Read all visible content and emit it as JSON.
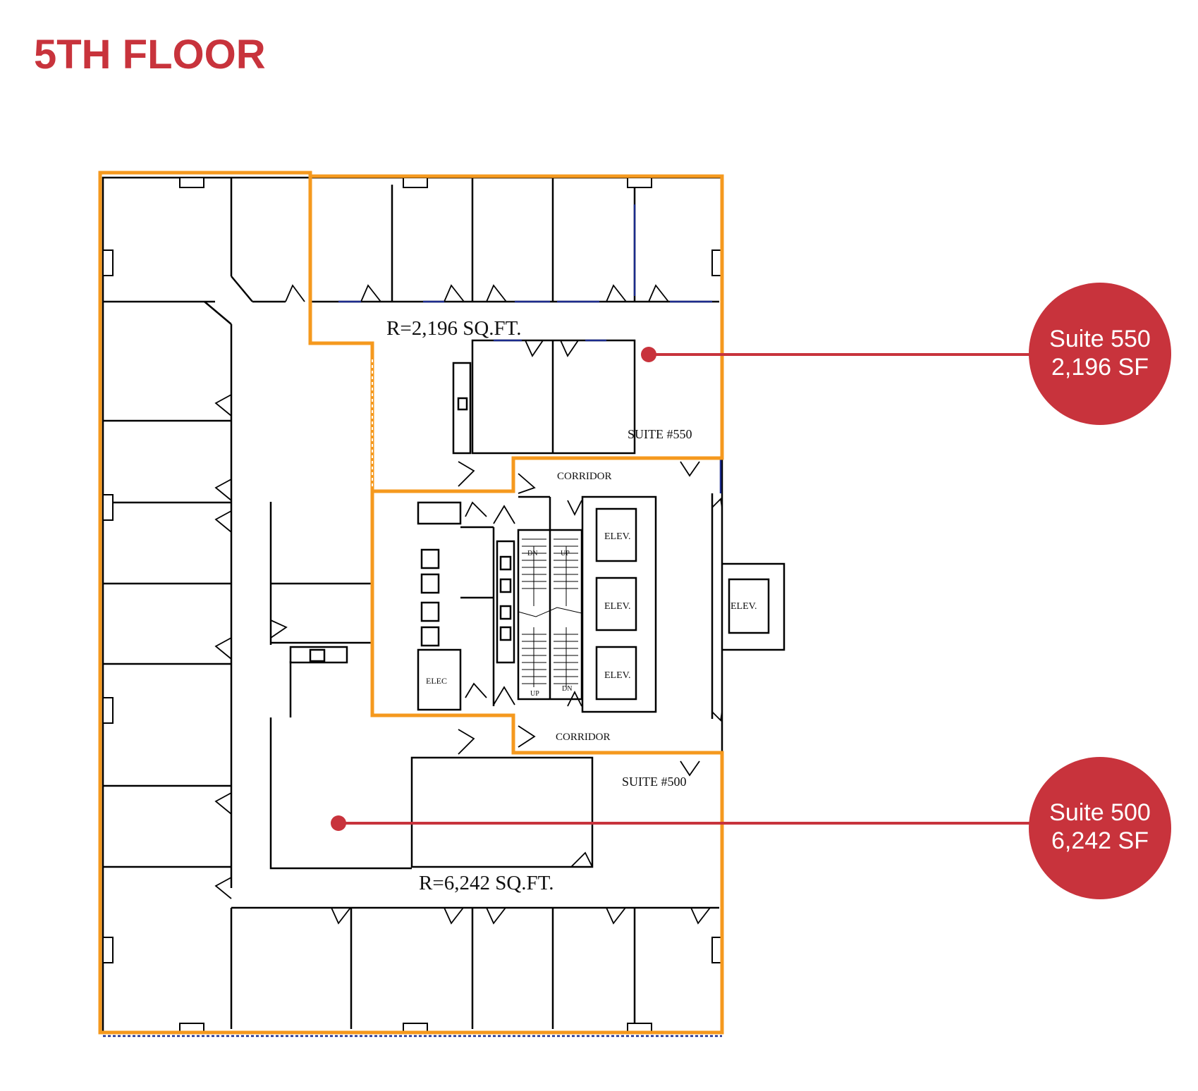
{
  "page": {
    "title": "5TH FLOOR"
  },
  "colors": {
    "title": "#c8333c",
    "suite_outline": "#f5991e",
    "marker": "#c8333c",
    "wall": "#000000",
    "glass": "#1a2a8c"
  },
  "suites": [
    {
      "id": "550",
      "circle_line1": "Suite 550",
      "circle_line2": "2,196 SF",
      "area_label": "R=2,196 SQ.FT.",
      "suite_label": "SUITE #550"
    },
    {
      "id": "500",
      "circle_line1": "Suite 500",
      "circle_line2": "6,242 SF",
      "area_label": "R=6,242 SQ.FT.",
      "suite_label": "SUITE #500"
    }
  ],
  "room_labels": {
    "corridor_top": "CORRIDOR",
    "corridor_bottom": "CORRIDOR",
    "elev_1": "ELEV.",
    "elev_2": "ELEV.",
    "elev_3": "ELEV.",
    "elev_4": "ELEV.",
    "elec": "ELEC",
    "stair_dn_top": "DN",
    "stair_up_top": "UP",
    "stair_up_bottom": "UP",
    "stair_dn_bottom": "DN"
  }
}
